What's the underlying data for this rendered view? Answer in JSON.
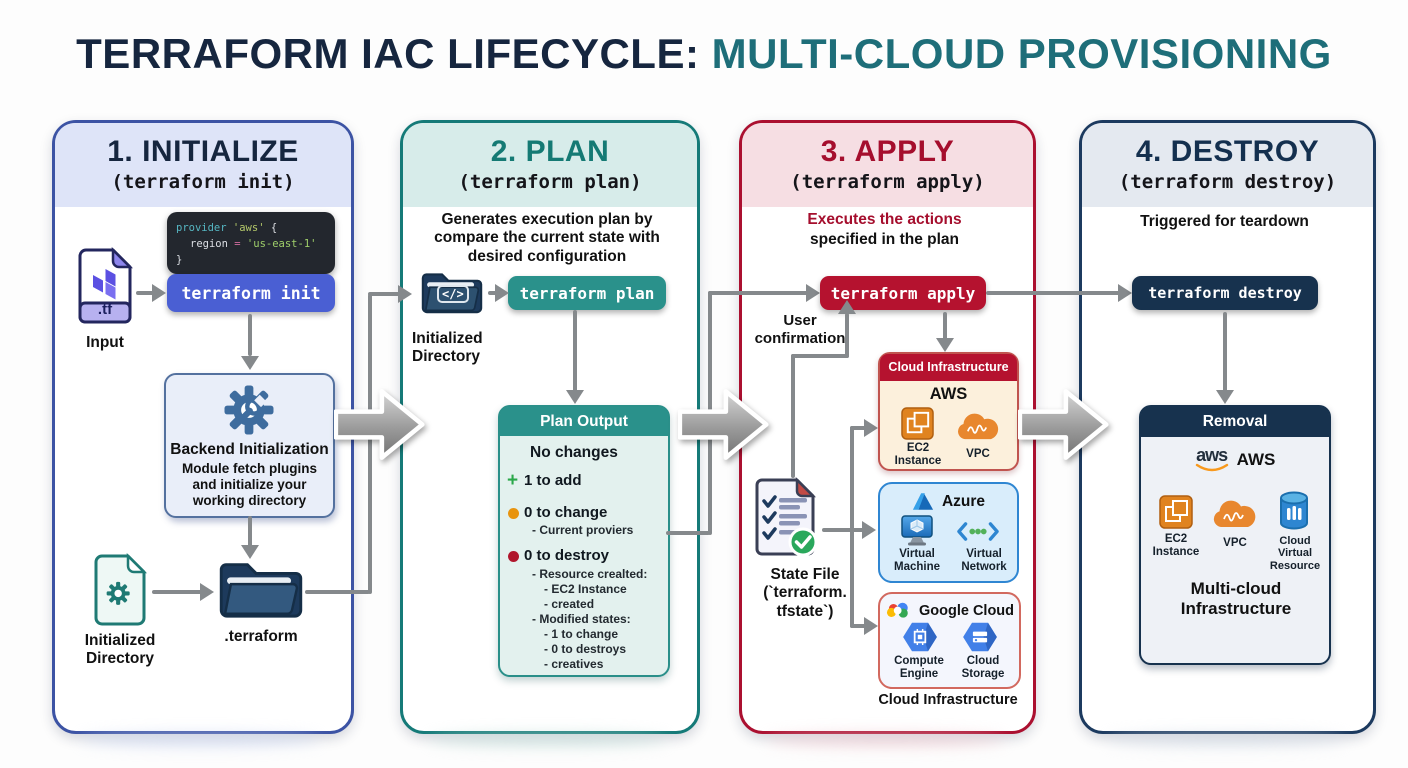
{
  "title": {
    "part1": "TERRAFORM IAC LIFECYCLE:",
    "part2": "MULTI-CLOUD PROVISIONING"
  },
  "colors": {
    "navy": "#16263f",
    "teal": "#1e6e79",
    "crimson": "#a50e2d",
    "panel1_border": "#3c53a4",
    "panel2_border": "#157a78",
    "panel3_border": "#ab1030",
    "panel4_border": "#1c3a5f",
    "init_button": "#4a5fd3",
    "plan_button": "#2a918b",
    "apply_button": "#b5122f",
    "destroy_button": "#17324e",
    "arrow_gray": "#85898c",
    "add_green": "#2ba84a",
    "change_orange": "#e8940e",
    "destroy_red": "#b0162c"
  },
  "p1": {
    "title": "1. INITIALIZE",
    "subtitle": "(terraform init)",
    "code": {
      "t1": "provider",
      "t2": "'aws'",
      "t3": "{",
      "t4": "region",
      "t5": "=",
      "t6": "'us-east-1'",
      "t7": "}"
    },
    "init_button": "terraform init",
    "tf_label": ".tf",
    "input_label": "Input",
    "backend_title": "Backend Initialization",
    "backend_desc": "Module fetch plugins and initialize your working directory",
    "initialized_dir": "Initialized Directory",
    "folder_label": ".terraform"
  },
  "p2": {
    "title": "2. PLAN",
    "subtitle": "(terraform plan)",
    "description": "Generates execution plan by compare the current state with desired configuration",
    "folder_glyph": "</>",
    "initialized_dir": "Initialized Directory",
    "plan_button": "terraform plan",
    "output": {
      "header": "Plan Output",
      "no_changes": "No changes",
      "add_icon": "+",
      "add": "1 to add",
      "change": "0 to change",
      "change_sub": "- Current proviers",
      "destroy": "0 to destroy",
      "d1": "- Resource crealted:",
      "d2": "- EC2 Instance",
      "d3": "- created",
      "d4": "- Modified states:",
      "d5": "- 1 to change",
      "d6": "- 0 to destroys",
      "d7": "- creatives"
    }
  },
  "p3": {
    "title": "3. APPLY",
    "subtitle": "(terraform apply)",
    "desc1": "Executes the actions",
    "desc2": "specified in the plan",
    "apply_button": "terraform apply",
    "user_confirmation": "User confirmation",
    "aws": {
      "header": "Cloud Infrastructure",
      "title": "AWS",
      "item1": "EC2 Instance",
      "item2": "VPC"
    },
    "azure": {
      "title": "Azure",
      "item1": "Virtual Machine",
      "item2": "Virtual Network"
    },
    "gcp": {
      "title": "Google Cloud",
      "item1": "Compute Engine",
      "item2": "Cloud Storage"
    },
    "cloud_infra_label": "Cloud Infrastructure",
    "state_file": {
      "l1": "State File",
      "l2": "(`terraform.",
      "l3": "tfstate`)"
    }
  },
  "p4": {
    "title": "4. DESTROY",
    "subtitle": "(terraform destroy)",
    "description": "Triggered for teardown",
    "destroy_button": "terraform destroy",
    "removal": {
      "header": "Removal",
      "aws_logo_text": "aws",
      "provider": "AWS",
      "item1": "EC2 Instance",
      "item2": "VPC",
      "item3": "Cloud Virtual Resource",
      "footer": "Multi-cloud Infrastructure"
    }
  }
}
